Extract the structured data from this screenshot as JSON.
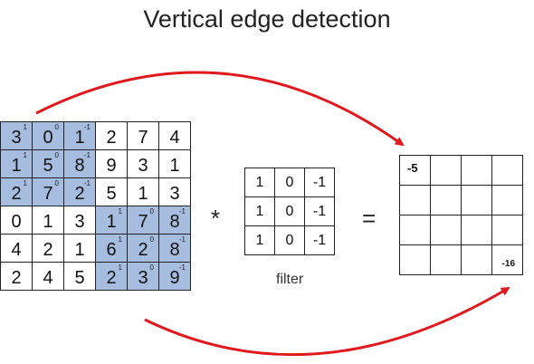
{
  "title": "Vertical edge detection",
  "input_matrix": [
    [
      "3",
      "0",
      "1",
      "2",
      "7",
      "4"
    ],
    [
      "1",
      "5",
      "8",
      "9",
      "3",
      "1"
    ],
    [
      "2",
      "7",
      "2",
      "5",
      "1",
      "3"
    ],
    [
      "0",
      "1",
      "3",
      "1",
      "7",
      "8"
    ],
    [
      "4",
      "2",
      "1",
      "6",
      "2",
      "8"
    ],
    [
      "2",
      "4",
      "5",
      "2",
      "3",
      "9"
    ]
  ],
  "highlight_top_left": {
    "kernel_values": [
      "1",
      "0",
      "-1"
    ]
  },
  "highlight_bottom_right": {
    "kernel_values": [
      "1",
      "0",
      "-1"
    ]
  },
  "operator_convolve": "*",
  "operator_equals": "=",
  "filter_matrix": [
    [
      "1",
      "0",
      "-1"
    ],
    [
      "1",
      "0",
      "-1"
    ],
    [
      "1",
      "0",
      "-1"
    ]
  ],
  "filter_label": "filter",
  "output": {
    "size": 4,
    "top_left_value": "-5",
    "bottom_right_value": "-16"
  },
  "colors": {
    "highlight": "#a6bde0",
    "arrow": "#e0191e"
  }
}
